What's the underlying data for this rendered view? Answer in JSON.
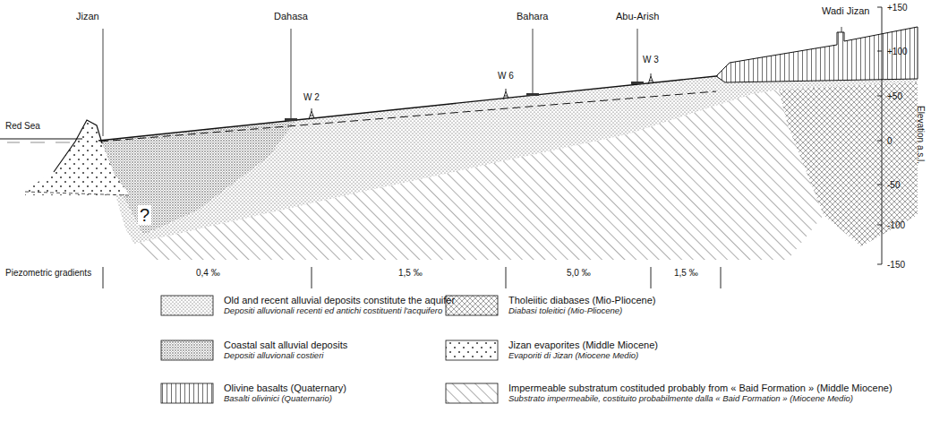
{
  "diagram": {
    "labels": [
      "Red Sea",
      "Jizan",
      "Dahasa",
      "Bahara",
      "Abu-Arish",
      "Wadi Jizan",
      "W 2",
      "W 6",
      "W 3",
      "?",
      "Piezometric gradients",
      "0,4 ‰",
      "1,5 ‰",
      "5,0 ‰",
      "1,5 ‰",
      "+150",
      "+100",
      "+50",
      "0",
      "-50",
      "-100",
      "-150",
      "Elevation a.s.l.",
      "Depositi alluvionali recenti ed antichi costituenti l'acquifero",
      "Depositi alluvionali costieri",
      "Basalti olivinici (Quaternario)",
      "Diabasi toleitici (Mio-Pliocene)",
      "Evaporiti di Jizan (Miocene Medio)",
      "Substrato impermeabile, costituito probabilmente dalla « Baid Formation » (Miocene Medio)"
    ],
    "legend": [
      {
        "text": "Old and recent alluvial deposits constitute the aquifer"
      },
      {
        "text": "Coastal salt alluvial deposits"
      },
      {
        "text": "Olivine basalts (Quaternary)"
      },
      {
        "text": "Tholeiitic diabases (Mio-Pliocene)"
      },
      {
        "text": "Jizan evaporites (Middle Miocene)"
      },
      {
        "text": "Impermeable substratum costituded probably from « Baid Formation » (Middle Miocene)"
      }
    ]
  }
}
